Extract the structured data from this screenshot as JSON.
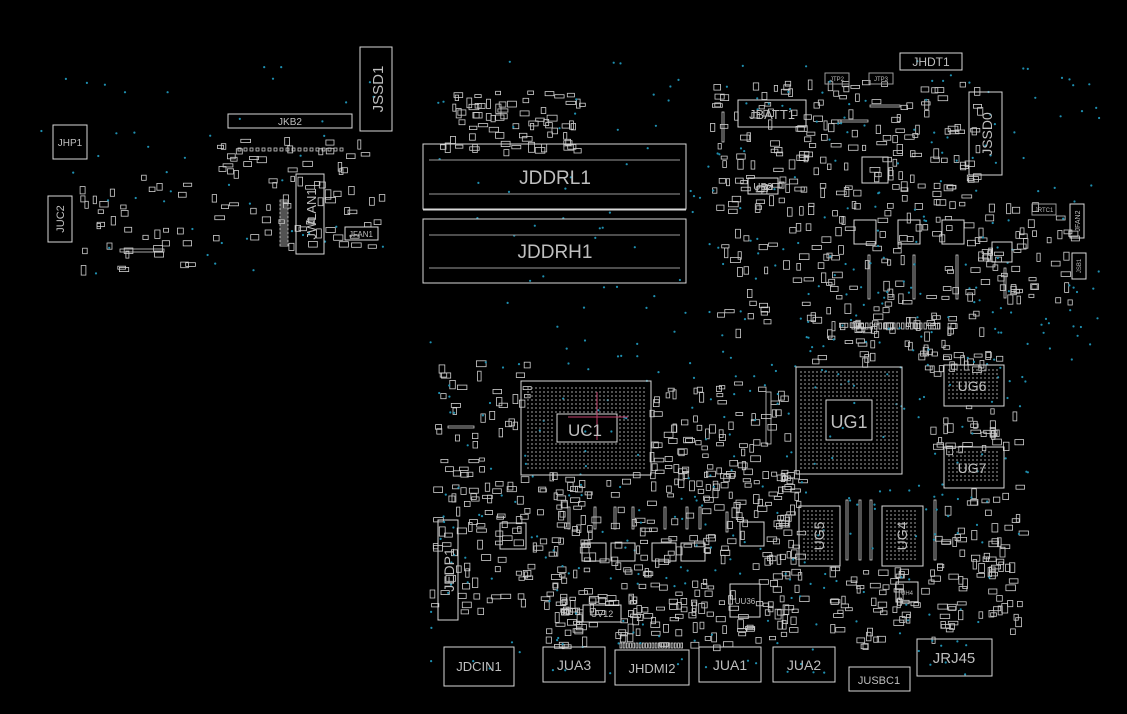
{
  "colors": {
    "background": "#000000",
    "outline": "#d9d9d9",
    "label": "#bfbfbf",
    "via": "#1e8fb0",
    "bga_dot": "#8a8a8a",
    "cross_marker": "#c0406a"
  },
  "components": {
    "JHP1": "JHP1",
    "JUC2": "JUC2",
    "JKB2": "JKB2",
    "JSSD1": "JSSD1",
    "JWLAN1": "JWLAN1",
    "JFAN1": "JFAN1",
    "JDDRL1": "JDDRL1",
    "JDDRH1": "JDDRH1",
    "JHDT1": "JHDT1",
    "JTP2": "JTP2",
    "JTP3": "JTP3",
    "JBATT1": "JBATT1",
    "UB2": "UB2",
    "JSSD0": "JSSD0",
    "JRTC1": "JRTC1",
    "JFAN2": "JFAN2",
    "JSB1": "JSB1",
    "UC1": "UC1",
    "UG1": "UG1",
    "UG6": "UG6",
    "UG7": "UG7",
    "UG5": "UG5",
    "UG4": "UG4",
    "JEDP1": "JEDP1",
    "UV12": "UV12",
    "UU36": "UU36",
    "UH4": "UH4",
    "JDCIN1": "JDCIN1",
    "JUA3": "JUA3",
    "JHDMI2": "JHDMI2",
    "JUA1": "JUA1",
    "JUA2": "JUA2",
    "JUSBC1": "JUSBC1",
    "JRJ45": "JRJ45"
  }
}
